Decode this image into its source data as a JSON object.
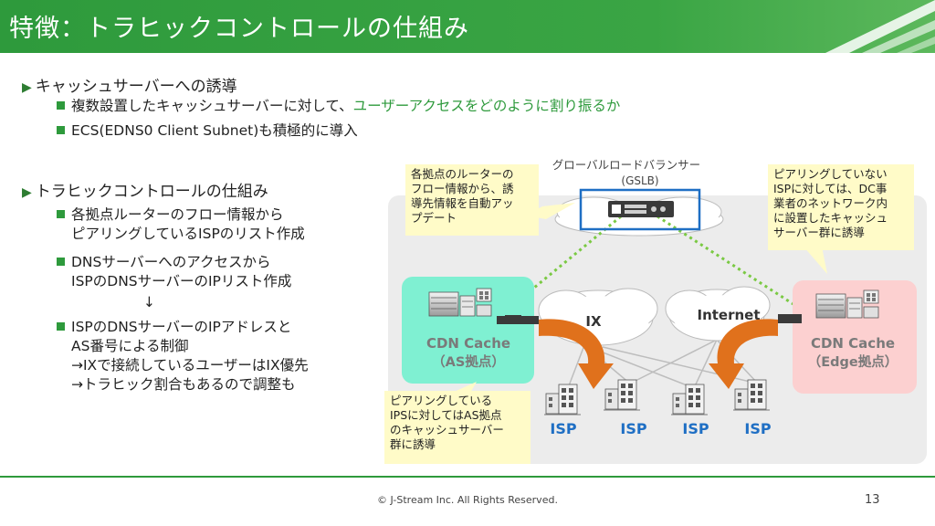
{
  "title": "特徴：トラヒックコントロールの仕組み",
  "section1": {
    "heading": "キャッシュサーバーへの誘導",
    "bullets": [
      {
        "plain": "複数設置したキャッシュサーバーに対して、",
        "highlight": "ユーザーアクセスをどのように割り振るか"
      },
      {
        "plain": "ECS(EDNS0 Client Subnet)も積極的に導入"
      }
    ]
  },
  "section2": {
    "heading": "トラヒックコントロールの仕組み",
    "b1": [
      "各拠点ルーターのフロー情報から",
      "ピアリングしているISPのリスト作成"
    ],
    "b2": [
      "DNSサーバーへのアクセスから",
      "ISPのDNSサーバーのIPリスト作成"
    ],
    "arrow": "↓",
    "b3": [
      "ISPのDNSサーバーのIPアドレスと",
      "AS番号による制御",
      "→IXで接続しているユーザーはIX優先",
      "→トラヒック割合もあるので調整も"
    ]
  },
  "diagram": {
    "gslb_label": "グローバルロードバランサー",
    "gslb_sub": "(GSLB)",
    "cdn_left": [
      "CDN Cache",
      "（AS拠点）"
    ],
    "cdn_right": [
      "CDN Cache",
      "（Edge拠点）"
    ],
    "ix": "IX",
    "internet": "Internet",
    "isp": [
      "ISP",
      "ISP",
      "ISP",
      "ISP"
    ],
    "callout_top_left": [
      "各拠点のルーターの",
      "フロー情報から、誘",
      "導先情報を自動アッ",
      "プデート"
    ],
    "callout_top_right": [
      "ピアリングしていない",
      "ISPに対しては、DC事",
      "業者のネットワーク内",
      "に設置したキャッシュ",
      "サーバー群に誘導"
    ],
    "callout_bottom": [
      "ピアリングしている",
      "IPSに対してはAS拠点",
      "のキャッシュサーバー",
      "群に誘導"
    ]
  },
  "footer": {
    "copyright": "© J-Stream Inc. All Rights Reserved.",
    "page": "13"
  },
  "colors": {
    "brand_green": "#2e9a3c",
    "left_box": "#7ff0d2",
    "right_box": "#fcd0d0",
    "isp_blue": "#1f6fc4",
    "arrow": "#e0711c",
    "callout": "#fffbc8"
  }
}
